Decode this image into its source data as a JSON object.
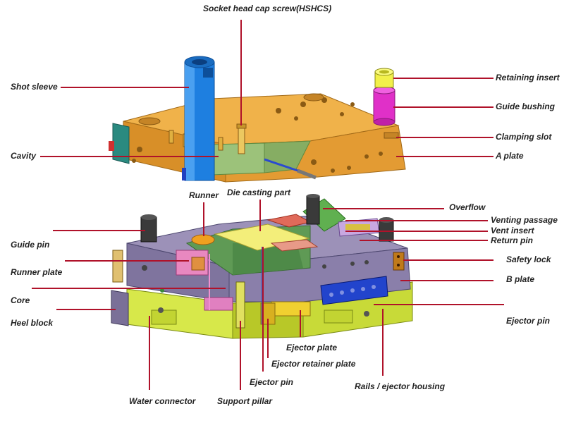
{
  "colors": {
    "leader": "#b0122a",
    "a_plate": "#e8a33c",
    "b_plate": "#8b7fa8",
    "rails": "#d7e84a",
    "shot_sleeve": "#1e7fe0",
    "guide_bushing": "#e030c8",
    "retaining_insert": "#f2f04a",
    "cavity": "#8fb56e",
    "part": "#f3ee7a",
    "runner": "#f0a020",
    "safety_lock": "#c07a1a",
    "ejector_block": "#2244cc"
  },
  "labels": {
    "socket_head_cap_screw": "Socket head cap screw(HSHCS)",
    "shot_sleeve": "Shot sleeve",
    "cavity": "Cavity",
    "retaining_insert": "Retaining insert",
    "guide_bushing": "Guide bushing",
    "clamping_slot": "Clamping slot",
    "a_plate": "A plate",
    "runner": "Runner",
    "die_casting_part": "Die casting part",
    "overflow": "Overflow",
    "venting_passage": "Venting passage",
    "vent_insert": "Vent insert",
    "return_pin": "Return pin",
    "guide_pin": "Guide pin",
    "runner_plate": "Runner plate",
    "core": "Core",
    "heel_block": "Heel block",
    "safety_lock": "Safety lock",
    "b_plate": "B plate",
    "ejector_pin_right": "Ejector pin",
    "ejector_plate": "Ejector plate",
    "ejector_retainer_plate": "Ejector retainer plate",
    "ejector_pin_bottom": "Ejector pin",
    "rails_ejector_housing": "Rails / ejector housing",
    "water_connector": "Water connector",
    "support_pillar": "Support pillar"
  }
}
